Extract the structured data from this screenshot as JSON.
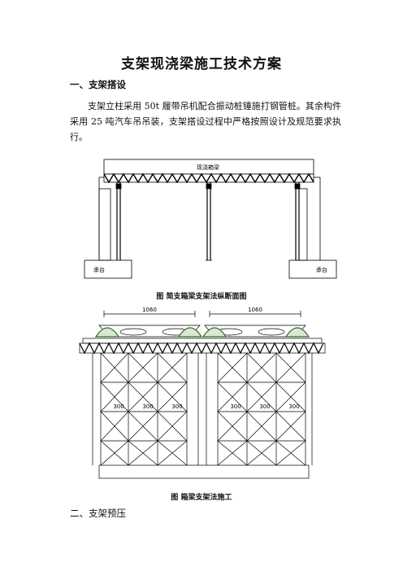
{
  "doc": {
    "title": "支架现浇梁施工技术方案",
    "section1_heading": "一、支架搭设",
    "section1_para": "支架立柱采用 50t 履带吊机配合振动桩锤施打钢管桩。其余构件采用 25 吨汽车吊吊装，支架搭设过程中严格按照设计及规范要求执行。",
    "figure1": {
      "beam_label": "现浇箱梁",
      "left_base_label": "承台",
      "right_base_label": "承台",
      "caption": "图  简支箱梁支架法纵断面图"
    },
    "figure2": {
      "dimension_left": "1060",
      "dimension_right": "1060",
      "spacings_left": [
        "300",
        "300",
        "300"
      ],
      "spacings_right": [
        "300",
        "300",
        "300"
      ],
      "caption": "图    箱梁支架法施工"
    },
    "section2_heading": "二、支架预压"
  }
}
